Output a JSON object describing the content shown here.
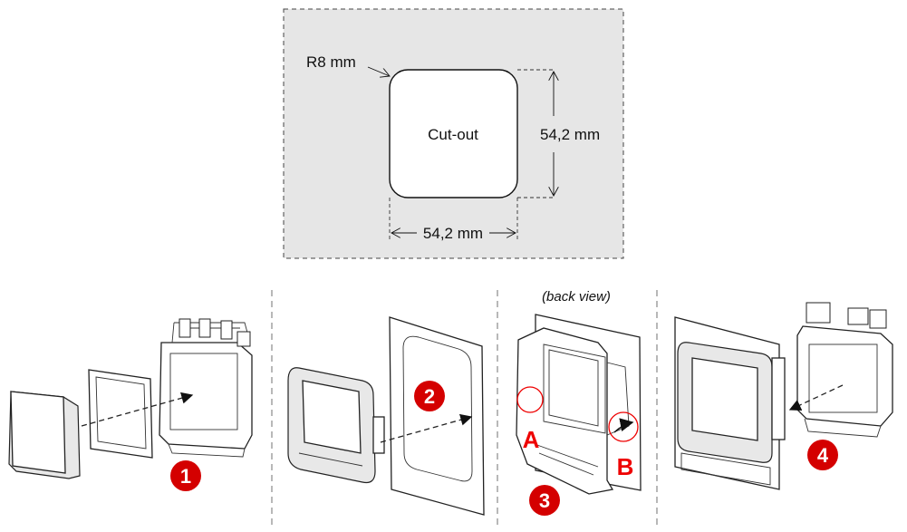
{
  "cutout": {
    "radius_label": "R8 mm",
    "center_label": "Cut-out",
    "height_label": "54,2 mm",
    "width_label": "54,2 mm"
  },
  "steps": [
    {
      "number": "1"
    },
    {
      "number": "2"
    },
    {
      "number": "3",
      "caption": "(back view)",
      "marker_a": "A",
      "marker_b": "B"
    },
    {
      "number": "4"
    }
  ],
  "colors": {
    "badge": "#d40000",
    "panel": "#e6e6e6"
  }
}
